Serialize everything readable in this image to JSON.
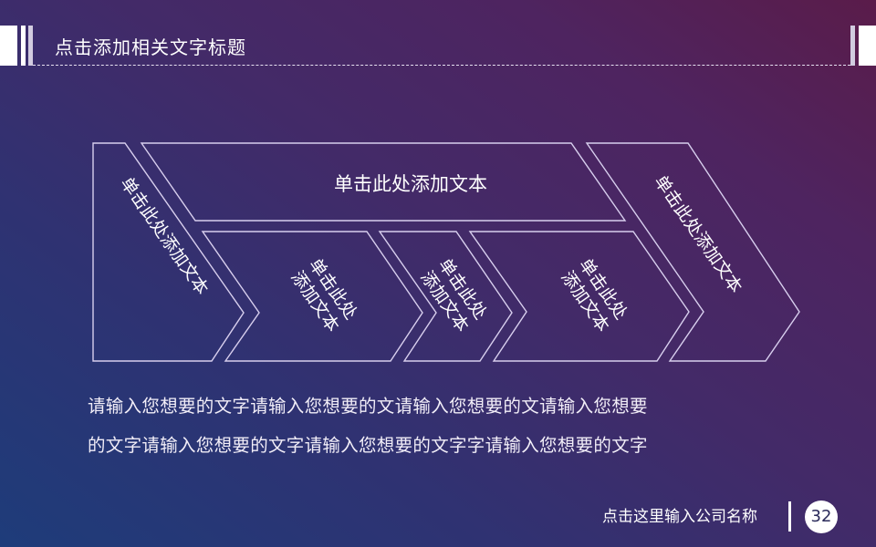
{
  "header": {
    "title": "点击添加相关文字标题"
  },
  "diagram": {
    "stroke_color": "#d8cfee",
    "left_chevron": {
      "label": "单击此处添加文本"
    },
    "top_banner": {
      "label": "单击此处添加文本"
    },
    "middle_chevrons": [
      {
        "line1": "单击此处",
        "line2": "添加文本"
      },
      {
        "line1": "单击此处",
        "line2": "添加文本"
      },
      {
        "line1": "单击此处",
        "line2": "添加文本"
      }
    ],
    "right_chevron": {
      "label": "单击此处添加文本"
    }
  },
  "body": {
    "lines": [
      "请输入您想要的文字请输入您想要的文请输入您想要的文请输入您想要",
      "的文字请输入您想要的文字请输入您想要的文字字请输入您想要的文字"
    ]
  },
  "footer": {
    "company": "点击这里输入公司名称",
    "page_number": "32"
  },
  "colors": {
    "gradient_bottom_left": "#1e3c7a",
    "gradient_middle": "#432a68",
    "gradient_top_right": "#5a1c4a",
    "header_bar_light": "#d2cce0",
    "white": "#ffffff"
  }
}
